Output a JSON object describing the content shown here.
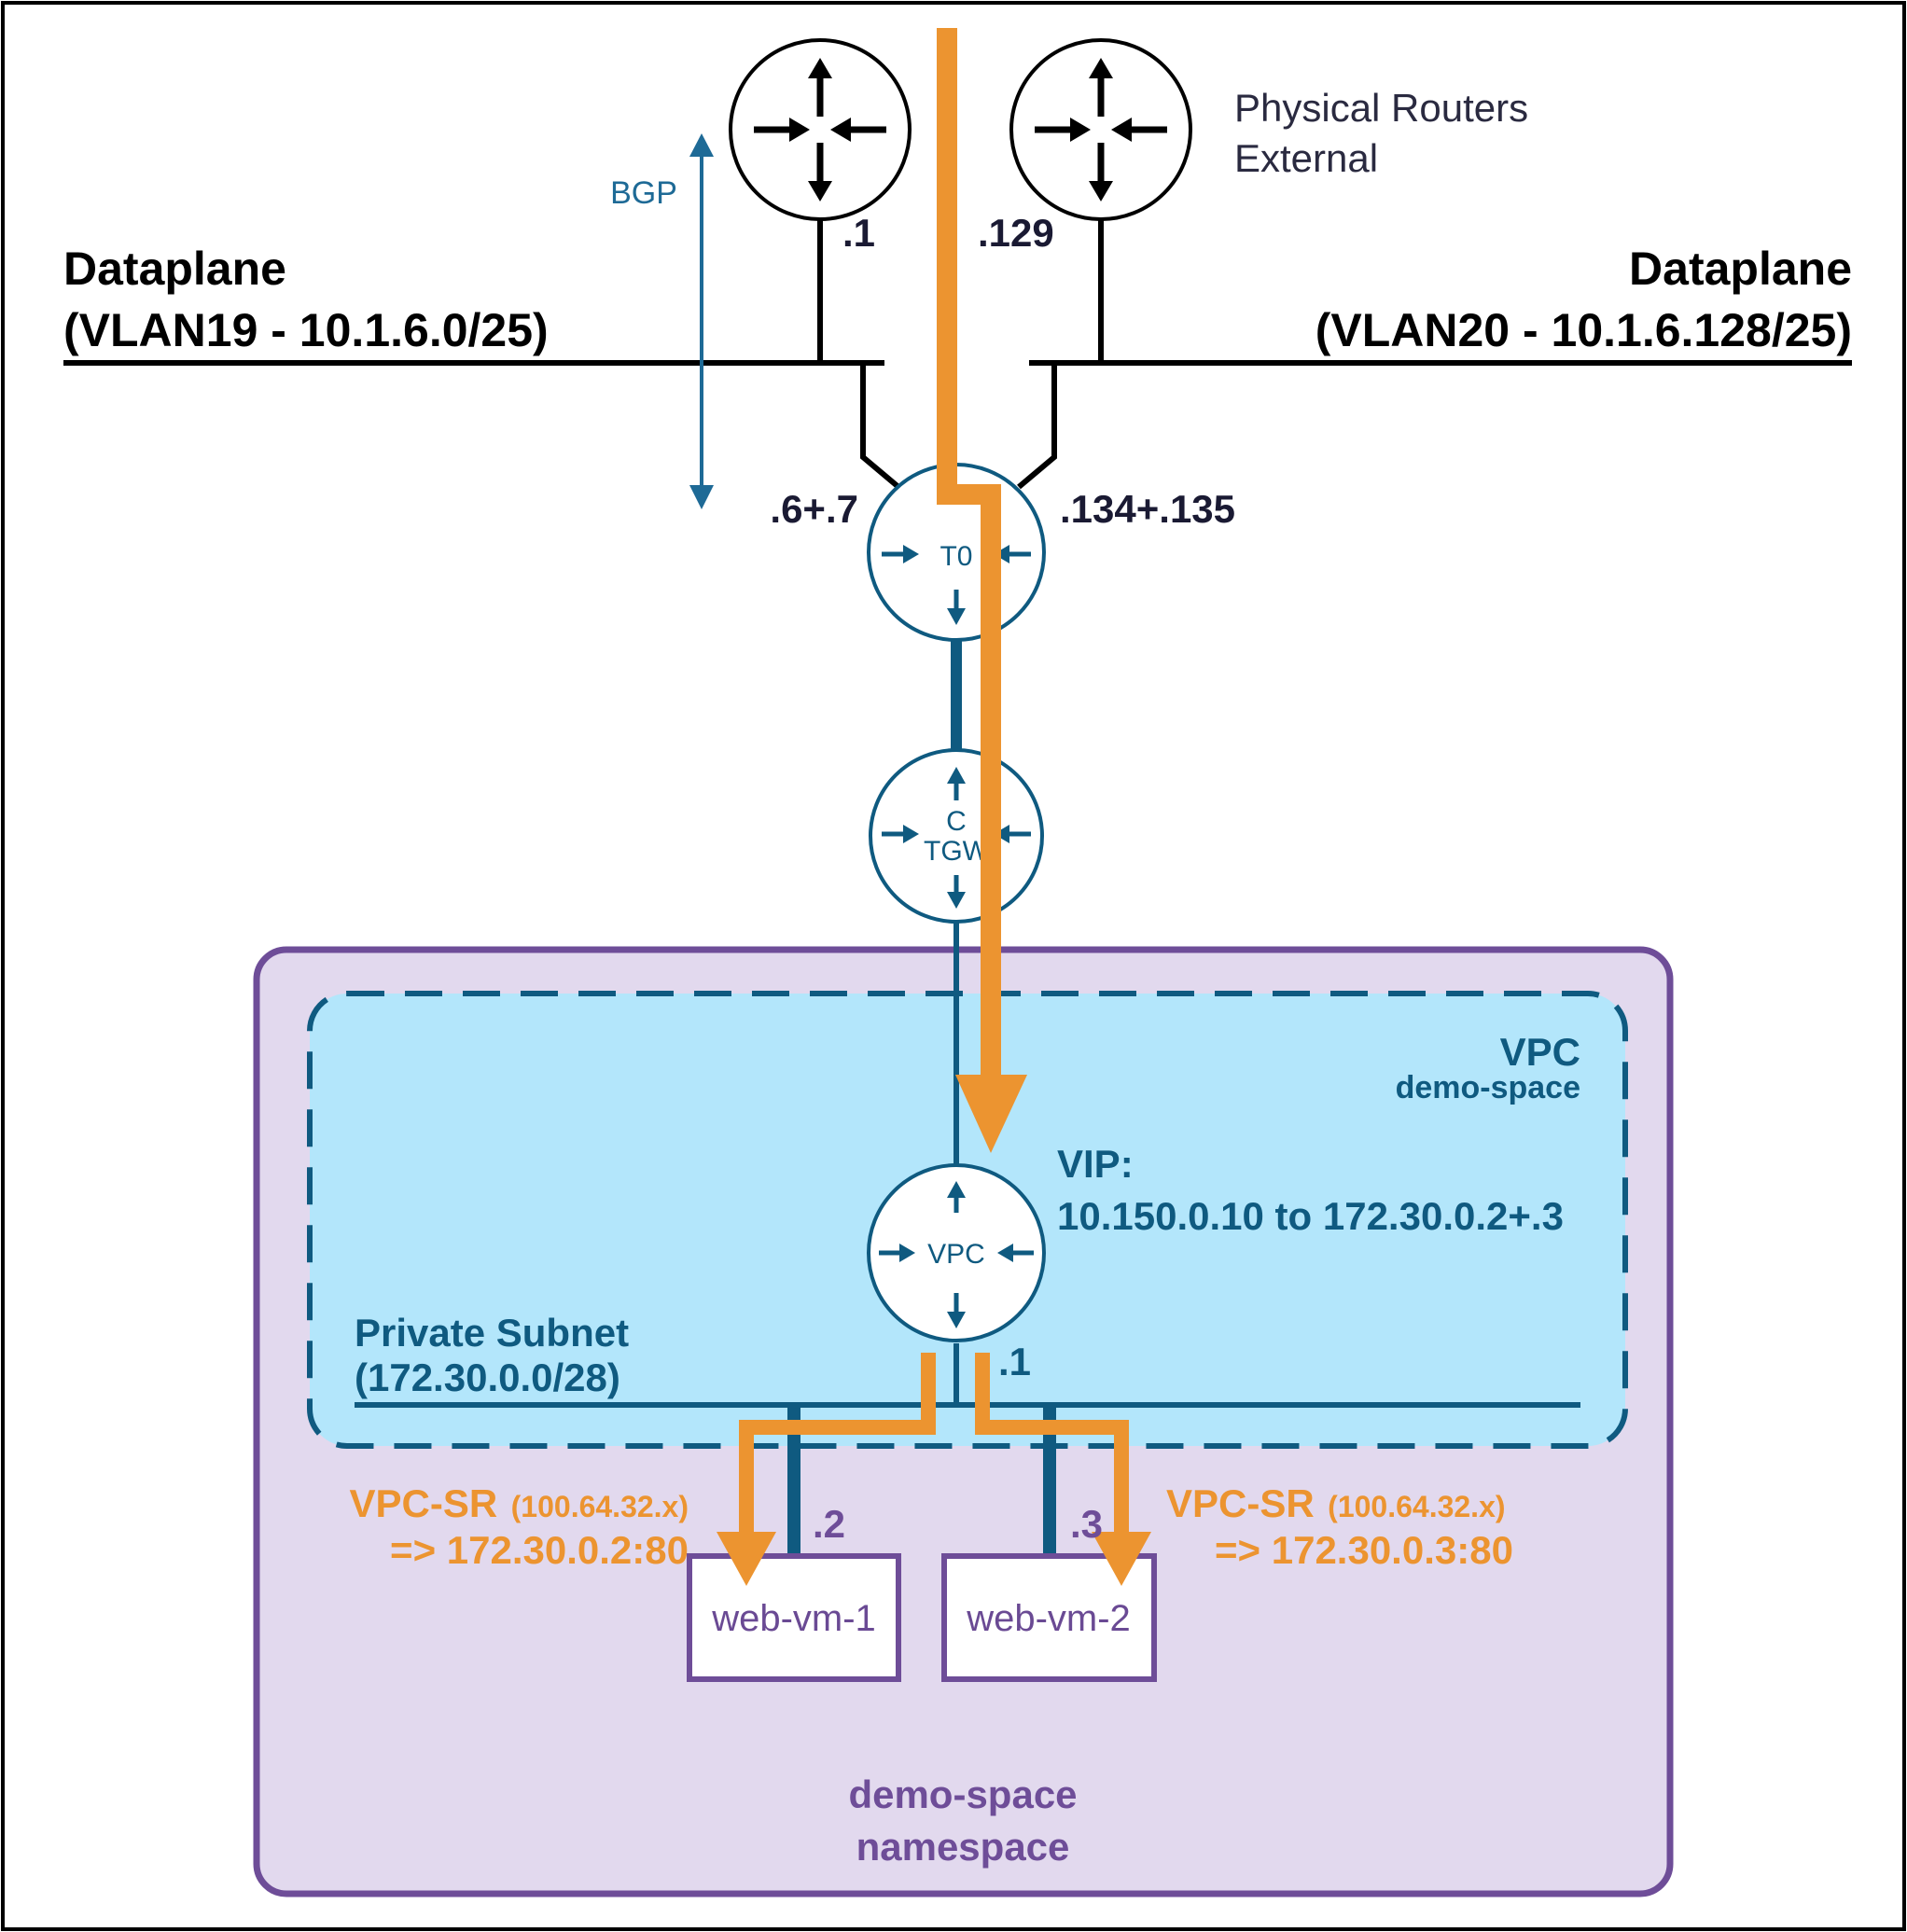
{
  "physical_routers": {
    "label_line1": "Physical Routers",
    "label_line2": "External"
  },
  "bgp_label": "BGP",
  "dataplane_left": {
    "title": "Dataplane",
    "subnet": "(VLAN19 - 10.1.6.0/25)",
    "router_ip": ".1",
    "t0_ips": ".6+.7"
  },
  "dataplane_right": {
    "title": "Dataplane",
    "subnet": "(VLAN20 - 10.1.6.128/25)",
    "router_ip": ".129",
    "t0_ips": ".134+.135"
  },
  "nodes": {
    "t0": "T0",
    "ctgw_line1": "C",
    "ctgw_line2": "TGW",
    "vpc": "VPC"
  },
  "vpc_box": {
    "title": "VPC",
    "subtitle": "demo-space"
  },
  "vip": {
    "label": "VIP:",
    "mapping": "10.150.0.10 to 172.30.0.2+.3"
  },
  "private_subnet": {
    "line1": "Private Subnet",
    "line2": "(172.30.0.0/28)",
    "gateway_ip": ".1"
  },
  "vpc_sr_left": {
    "label": "VPC-SR",
    "range": "(100.64.32.x)",
    "target": "=> 172.30.0.2:80"
  },
  "vpc_sr_right": {
    "label": "VPC-SR",
    "range": "(100.64.32.x)",
    "target": "=> 172.30.0.3:80"
  },
  "vms": [
    {
      "name": "web-vm-1",
      "ip": ".2"
    },
    {
      "name": "web-vm-2",
      "ip": ".3"
    }
  ],
  "namespace": {
    "line1": "demo-space",
    "line2": "namespace"
  },
  "colors": {
    "blue": "#0f5a80",
    "orange": "#ec9430",
    "purple": "#6e4d98",
    "namespace_fill": "#e2d9ee",
    "vpc_fill": "#b3e6fb"
  }
}
